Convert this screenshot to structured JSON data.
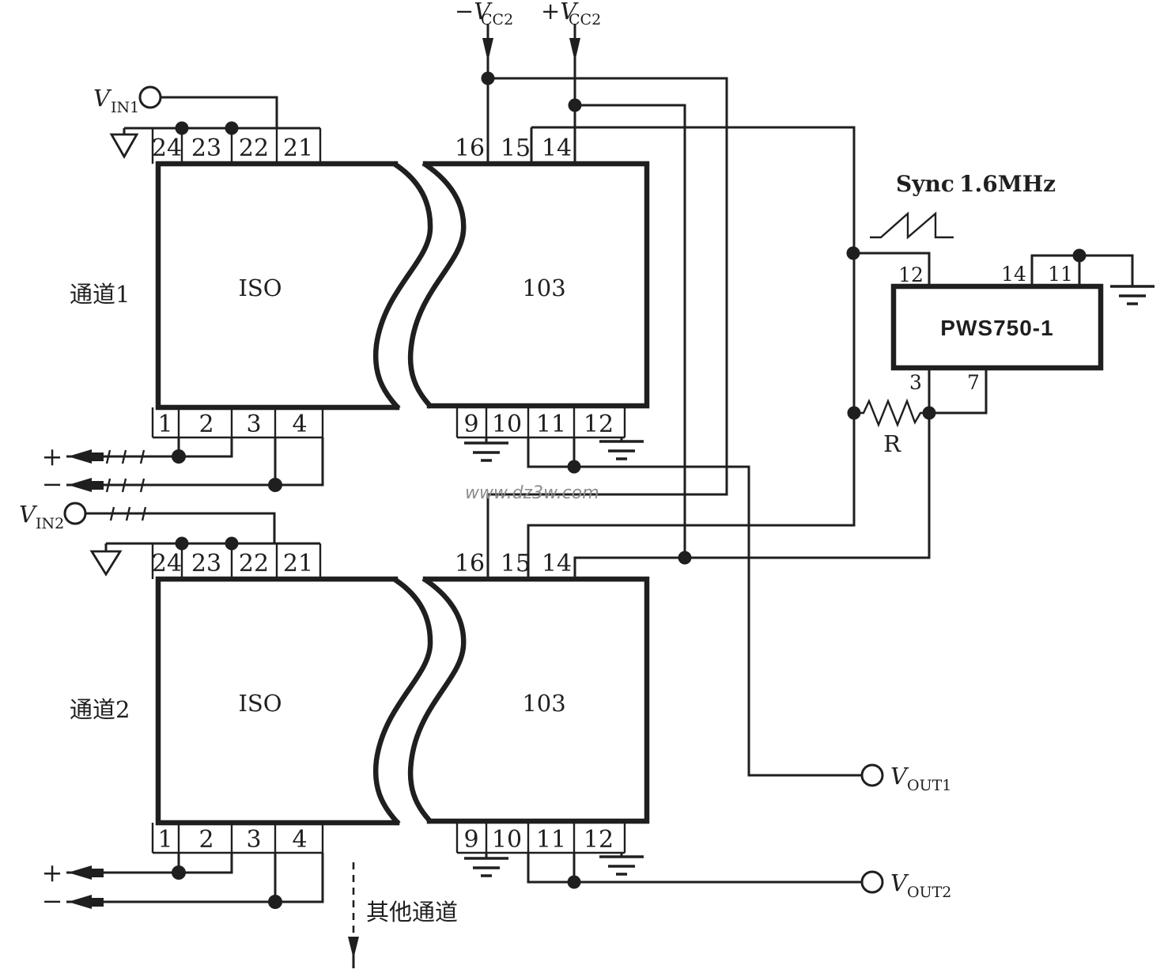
{
  "colors": {
    "ink": "#1f1f1f",
    "background": "#ffffff",
    "watermark": "#8c8c8c"
  },
  "watermark": "www.dz3w.com",
  "supplies": {
    "negative": {
      "name": "−V",
      "sub": "CC2"
    },
    "positive": {
      "name": "+V",
      "sub": "CC2"
    }
  },
  "sync": {
    "label": "Sync",
    "freq": "1.6MHz"
  },
  "pws": {
    "label": "PWS750-1",
    "pin_12": "12",
    "pin_14": "14",
    "pin_11": "11",
    "pin_3": "3",
    "pin_7": "7"
  },
  "resistor": {
    "label": "R"
  },
  "channel1": {
    "name": "通道1",
    "iso": "ISO",
    "amp": "103",
    "vin": {
      "name": "V",
      "sub": "IN1"
    },
    "plus": "+",
    "minus": "−",
    "pins_top_left": [
      "24",
      "23",
      "22",
      "21"
    ],
    "pins_top_right": [
      "16",
      "15",
      "14"
    ],
    "pins_bottom_left": [
      "1",
      "2",
      "3",
      "4"
    ],
    "pins_bottom_right": [
      "9",
      "10",
      "11",
      "12"
    ]
  },
  "channel2": {
    "name": "通道2",
    "iso": "ISO",
    "amp": "103",
    "vin": {
      "name": "V",
      "sub": "IN2"
    },
    "plus": "+",
    "minus": "−",
    "pins_top_left": [
      "24",
      "23",
      "22",
      "21"
    ],
    "pins_top_right": [
      "16",
      "15",
      "14"
    ],
    "pins_bottom_left": [
      "1",
      "2",
      "3",
      "4"
    ],
    "pins_bottom_right": [
      "9",
      "10",
      "11",
      "12"
    ]
  },
  "outputs": {
    "vout1": {
      "name": "V",
      "sub": "OUT1"
    },
    "vout2": {
      "name": "V",
      "sub": "OUT2"
    }
  },
  "other_channel": "其他通道"
}
